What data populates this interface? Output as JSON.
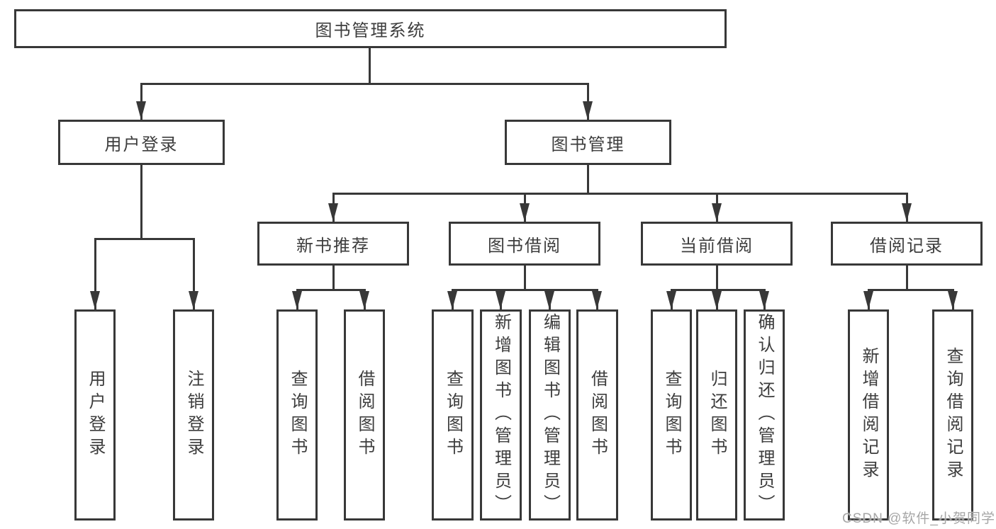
{
  "diagram": {
    "watermark": "CSDN @软件_小贺同学",
    "colors": {
      "line": "#383838",
      "box_border": "#383838",
      "text": "#3d3d3d",
      "watermark_text": "#a6a6a6",
      "background": "#ffffff"
    },
    "tree": {
      "label": "图书管理系统",
      "children": [
        {
          "label": "用户登录",
          "children": [
            {
              "label": "用户登录"
            },
            {
              "label": "注销登录"
            }
          ]
        },
        {
          "label": "图书管理",
          "children": [
            {
              "label": "新书推荐",
              "children": [
                {
                  "label": "查询图书"
                },
                {
                  "label": "借阅图书"
                }
              ]
            },
            {
              "label": "图书借阅",
              "children": [
                {
                  "label": "查询图书"
                },
                {
                  "label": "新增图书（管理员）"
                },
                {
                  "label": "编辑图书（管理员）"
                },
                {
                  "label": "借阅图书"
                }
              ]
            },
            {
              "label": "当前借阅",
              "children": [
                {
                  "label": "查询图书"
                },
                {
                  "label": "归还图书"
                },
                {
                  "label": "确认归还（管理员）"
                }
              ]
            },
            {
              "label": "借阅记录",
              "children": [
                {
                  "label": "新增借阅记录"
                },
                {
                  "label": "查询借阅记录"
                }
              ]
            }
          ]
        }
      ]
    }
  }
}
